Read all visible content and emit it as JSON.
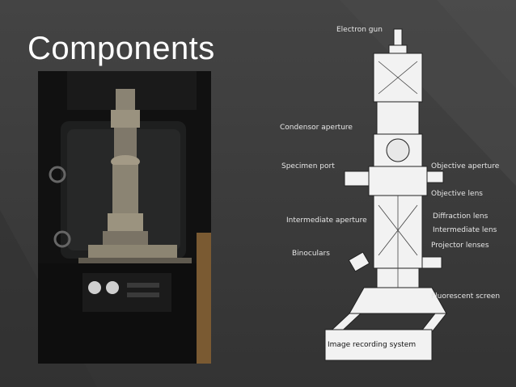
{
  "slide": {
    "title": "Components"
  },
  "diagram": {
    "labels": {
      "electron_gun": "Electron gun",
      "condensor_aperture": "Condensor aperture",
      "specimen_port": "Specimen port",
      "objective_aperture": "Objective aperture",
      "objective_lens": "Objective lens",
      "diffraction_lens": "Diffraction lens",
      "intermediate_aperture": "Intermediate aperture",
      "intermediate_lens": "Intermediate lens",
      "projector_lenses": "Projector lenses",
      "binoculars": "Binoculars",
      "fluorescent_screen": "Fluorescent screen",
      "image_recording_system": "Image recording system"
    }
  },
  "colors": {
    "background": "#3b3b3b",
    "title_text": "#ffffff",
    "label_text": "#e6e6e6",
    "diagram_fill": "#f2f2f2"
  }
}
